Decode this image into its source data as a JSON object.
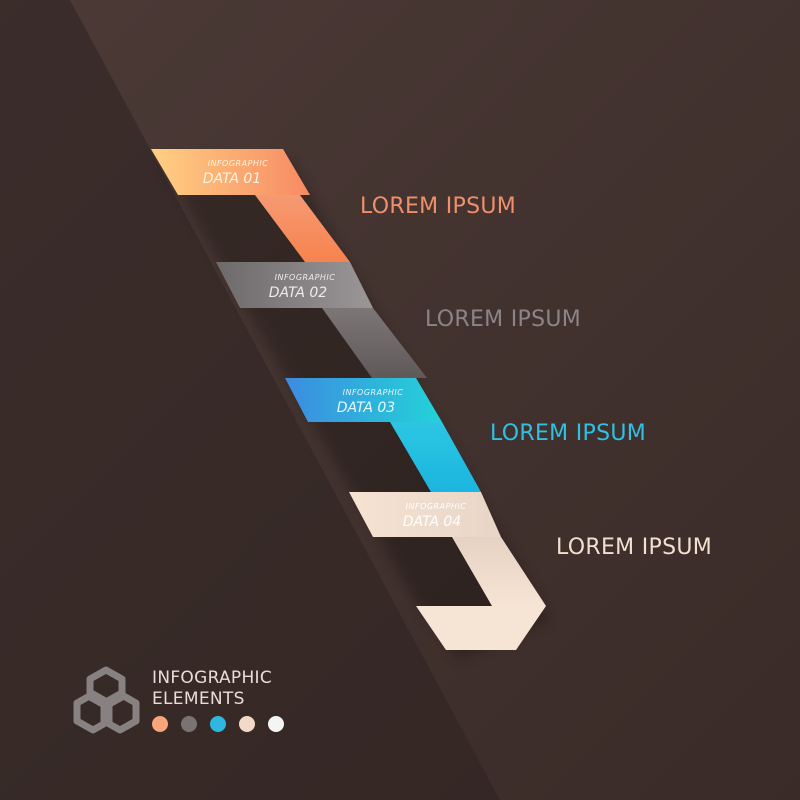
{
  "colors": {
    "background_light": "#4a3935",
    "background_dark": "#2f2220",
    "step1": "#f79a6a",
    "step2": "#8f8a8b",
    "step3": "#35c2e3",
    "step4": "#f1dfcf",
    "white": "#f2f2f2"
  },
  "steps": [
    {
      "badge_small": "INFOGRAPHIC",
      "badge_big": "DATA 01",
      "heading": "LOREM IPSUM",
      "heading_color": "#f08f6a"
    },
    {
      "badge_small": "INFOGRAPHIC",
      "badge_big": "DATA 02",
      "heading": "LOREM IPSUM",
      "heading_color": "#8c8587"
    },
    {
      "badge_small": "INFOGRAPHIC",
      "badge_big": "DATA 03",
      "heading": "LOREM IPSUM",
      "heading_color": "#2fc0e3"
    },
    {
      "badge_small": "INFOGRAPHIC",
      "badge_big": "DATA 04",
      "heading": "LOREM IPSUM",
      "heading_color": "#f1dfcf"
    }
  ],
  "brand": {
    "line1": "INFOGRAPHIC",
    "line2": "ELEMENTS",
    "logo_icon": "cube-cluster-icon"
  },
  "swatches": [
    "#f7a57a",
    "#7a7374",
    "#2eb8e0",
    "#f3d9c7",
    "#f4f4f4"
  ]
}
